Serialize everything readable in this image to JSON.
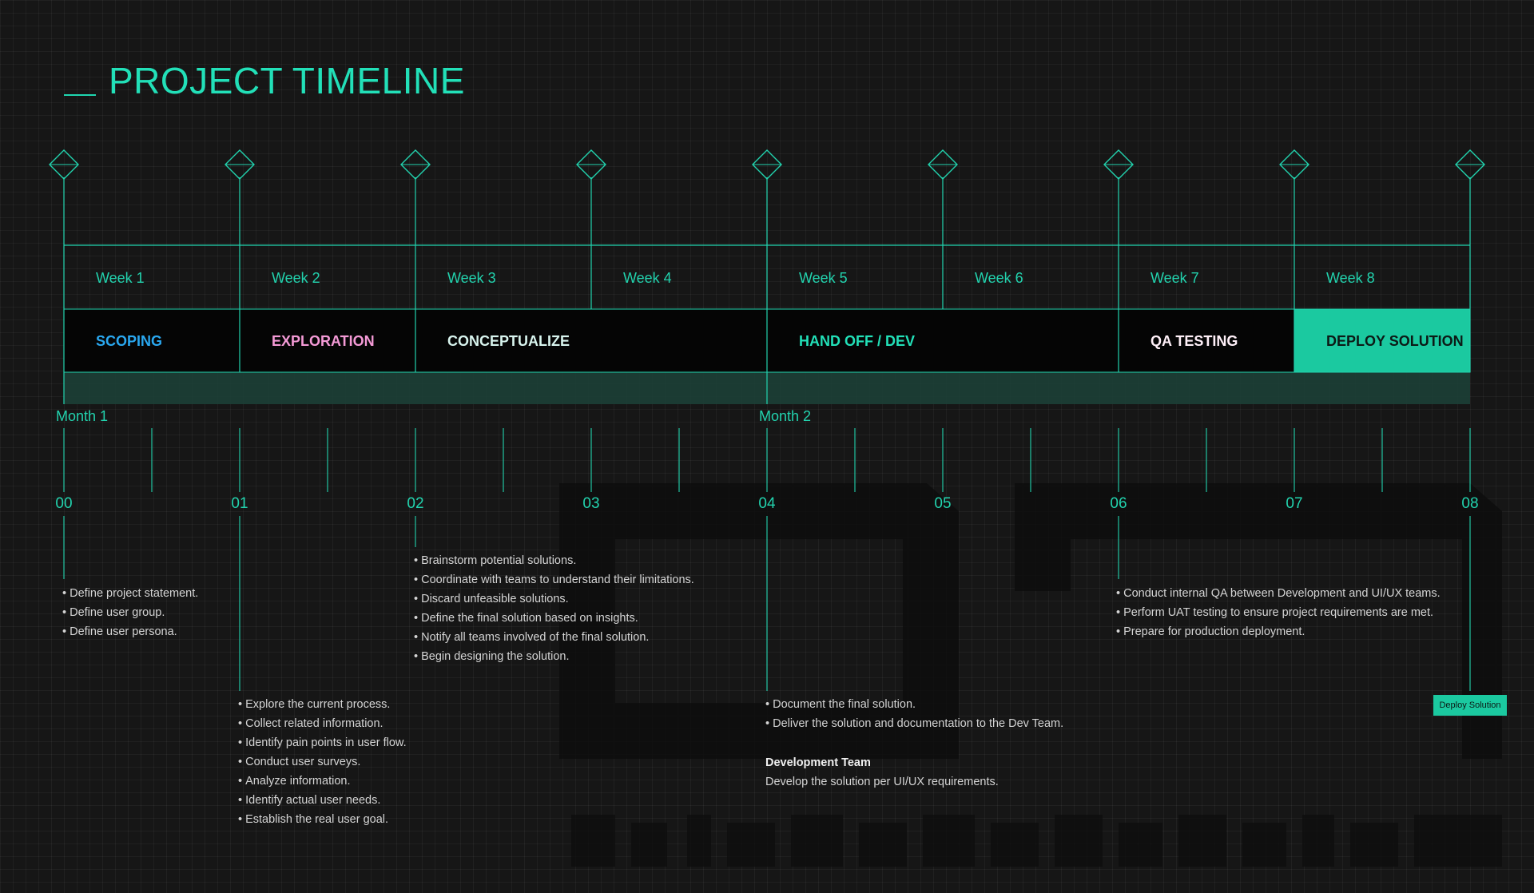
{
  "title": "PROJECT TIMELINE",
  "weeks": [
    "Week 1",
    "Week 2",
    "Week 3",
    "Week 4",
    "Week 5",
    "Week 6",
    "Week 7",
    "Week 8"
  ],
  "phases": [
    {
      "label": "SCOPING",
      "color": "#2aa8f0",
      "start": 0,
      "end": 1
    },
    {
      "label": "EXPLORATION",
      "color": "#f49ad6",
      "start": 1,
      "end": 2
    },
    {
      "label": "CONCEPTUALIZE",
      "color": "#d8f4ee",
      "start": 2,
      "end": 4
    },
    {
      "label": "HAND OFF / DEV",
      "color": "#22e0b8",
      "start": 4,
      "end": 6
    },
    {
      "label": "QA TESTING",
      "color": "#fff0f8",
      "start": 6,
      "end": 7
    },
    {
      "label": "DEPLOY SOLUTION",
      "color": "#0c1a16",
      "start": 7,
      "end": 8,
      "highlight": true
    }
  ],
  "months": [
    "Month 1",
    "Month 2"
  ],
  "scale": [
    "00",
    "01",
    "02",
    "03",
    "04",
    "05",
    "06",
    "07",
    "08"
  ],
  "notes": {
    "week1": [
      "Define project statement.",
      "Define user group.",
      "Define user persona."
    ],
    "week2": [
      "Explore the current process.",
      "Collect related information.",
      "Identify pain points in user flow.",
      "Conduct user surveys.",
      "Analyze information.",
      "Identify actual user needs.",
      "Establish the real user goal."
    ],
    "week3": [
      "Brainstorm potential solutions.",
      "Coordinate with teams to understand their limitations.",
      "Discard unfeasible solutions.",
      "Define the final solution based on insights.",
      "Notify all teams involved of the final solution.",
      "Begin designing the solution."
    ],
    "week5": [
      "Document the final solution.",
      "Deliver the solution and documentation to the Dev Team."
    ],
    "week7": [
      "Conduct internal QA between Development and UI/UX teams.",
      "Perform UAT testing to ensure project requirements are met.",
      "Prepare for production deployment."
    ]
  },
  "dev_team": {
    "title": "Development Team",
    "text": "Develop the solution per UI/UX requirements."
  },
  "deploy_tag": "Deploy Solution",
  "colors": {
    "accent": "#22d3ae",
    "highlight": "#1bc9a0",
    "background": "#161616"
  }
}
